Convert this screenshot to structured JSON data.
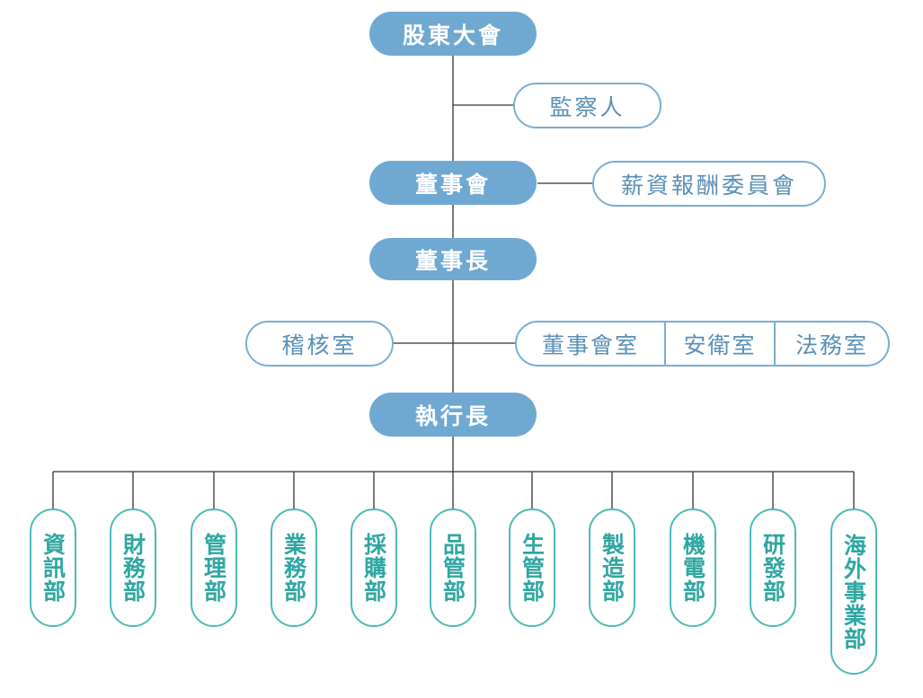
{
  "nodes": {
    "shareholders": "股東大會",
    "supervisor": "監察人",
    "board": "董事會",
    "compensation": "薪資報酬委員會",
    "chairman": "董事長",
    "audit": "稽核室",
    "ceo": "執行長"
  },
  "offices": [
    "董事會室",
    "安衛室",
    "法務室"
  ],
  "departments": [
    "資訊部",
    "財務部",
    "管理部",
    "業務部",
    "採購部",
    "品管部",
    "生管部",
    "製造部",
    "機電部",
    "研發部",
    "海外事業部"
  ],
  "colors": {
    "primary_fill": "#6fa9d2",
    "outline": "#7aaed3",
    "outline_text": "#5a8fb5",
    "dept": "#4dbab5",
    "dept_text": "#2fa7a2",
    "line": "#333333"
  }
}
